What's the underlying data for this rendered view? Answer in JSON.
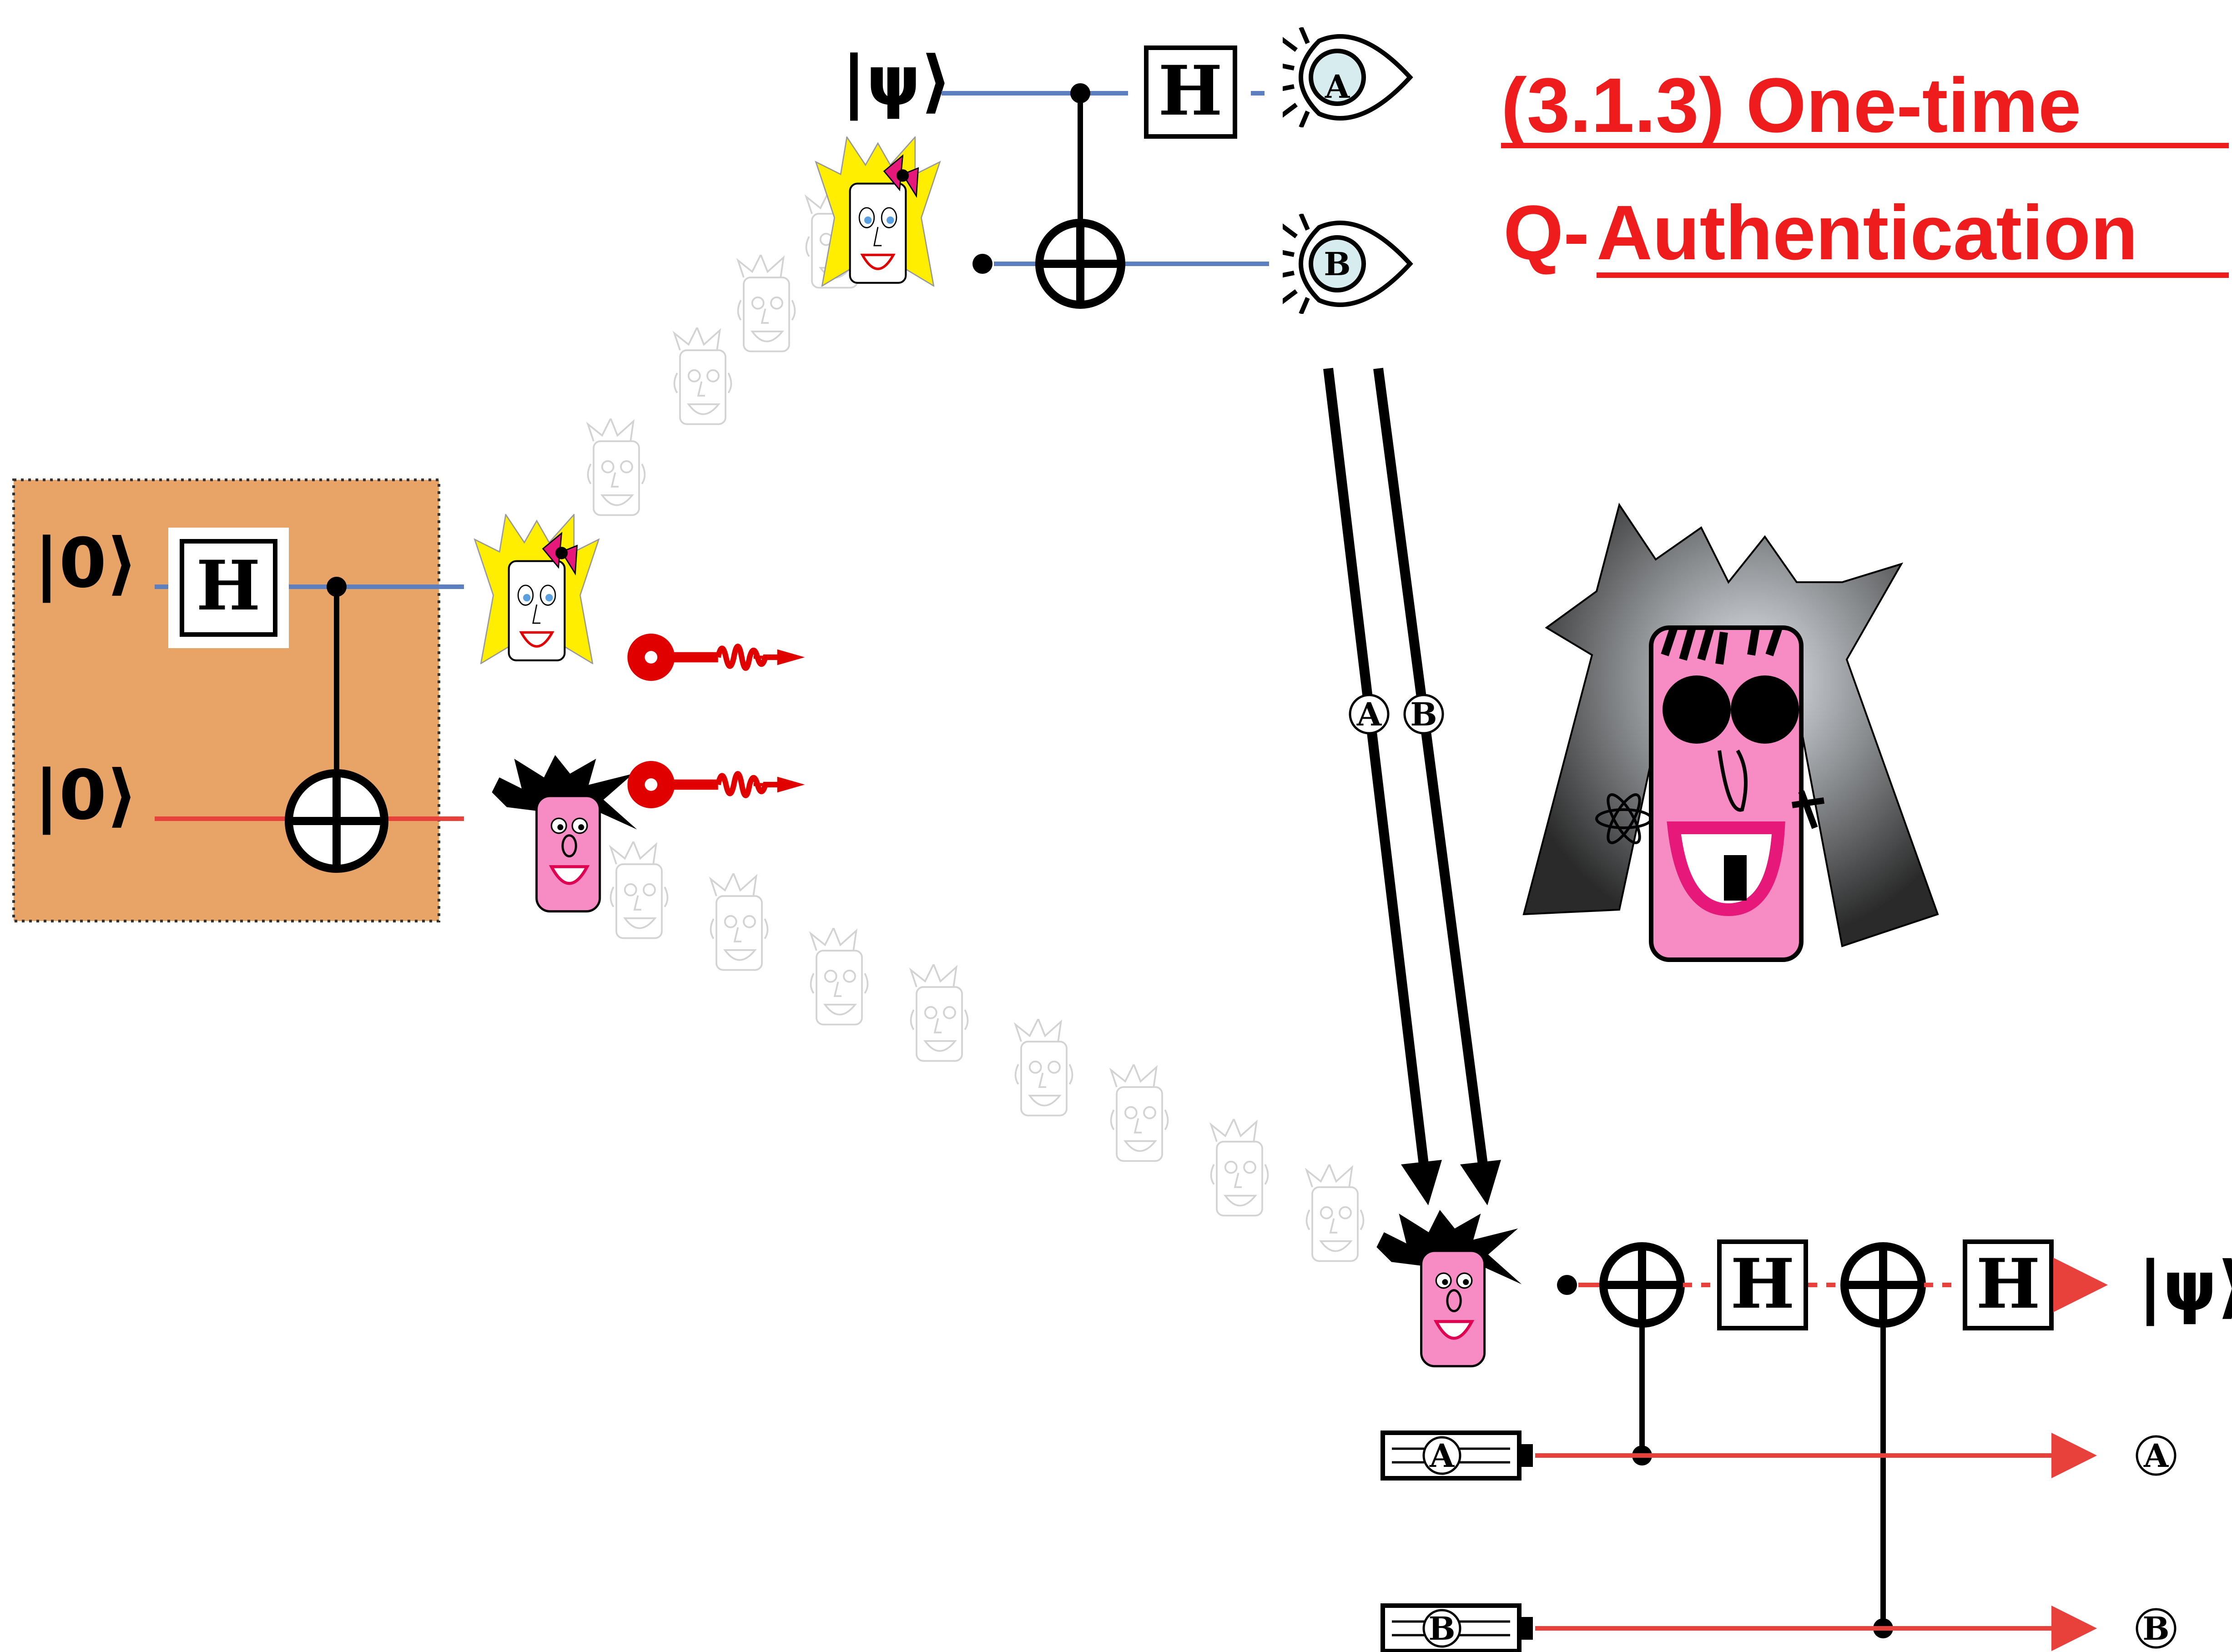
{
  "title": {
    "line1": "(3.1.3) One-time",
    "line2_prefix": "Q-",
    "line2_main": "Authentication"
  },
  "epr_source": {
    "input_top": "|0⟩",
    "input_bottom": "|0⟩",
    "gate": "H"
  },
  "alice": {
    "input": "|ψ⟩",
    "gate": "H",
    "measure_a": "A",
    "measure_b": "B"
  },
  "channel": {
    "label_a": "A",
    "label_b": "B"
  },
  "bob": {
    "gate1": "H",
    "gate2": "H",
    "output": "|ψ⟩",
    "reg_a": "A",
    "reg_b": "B",
    "out_a": "A",
    "out_b": "B"
  },
  "colors": {
    "title": "#ee1c1c",
    "box": "#e8a466",
    "blue_wire": "#5b7fbf",
    "red_wire": "#e8403a",
    "key": "#e00000",
    "pink_face": "#f78bc4",
    "blonde": "#ffee00",
    "bow": "#e6197a"
  },
  "icons": [
    "eye-icon",
    "key-icon",
    "battery-icon",
    "face-icon"
  ]
}
